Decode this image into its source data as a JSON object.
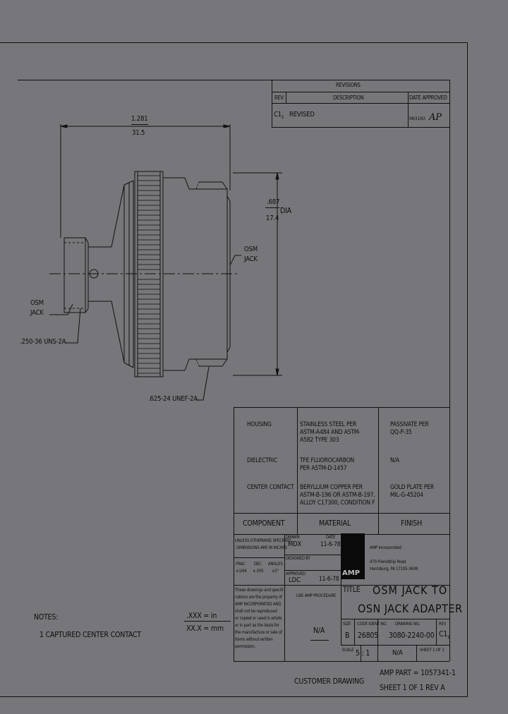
{
  "revisions": {
    "title": "REVISIONS",
    "col_rev": "REV",
    "col_description": "DESCRIPTION",
    "col_date_approved": "DATE APPROVED",
    "row_rev": "C1",
    "row_rev_sub": "2",
    "row_description": "REVISED",
    "row_date": "08/31/93",
    "row_approved": "AP"
  },
  "dims": {
    "overall_length_in": "1.281",
    "overall_length_mm": "31.5",
    "dia_in": ".687",
    "dia_mm": "17.4",
    "dia_label": "DIA",
    "osm_label1": "OSM",
    "osm_label2": "JACK",
    "osm_thread": ".250-36 UNS-2A",
    "osm_right_label1": "OSM",
    "osm_right_label2": "JACK",
    "big_thread": ".625-24 UNEF-2A"
  },
  "materials": {
    "rows": [
      {
        "component": "HOUSING",
        "material": [
          "STAINLESS STEEL PER",
          "ASTM-A484 AND ASTM-",
          "A582 TYPE 303"
        ],
        "finish": [
          "PASSIVATE PER",
          "QQ-P-35"
        ]
      },
      {
        "component": "DIELECTRIC",
        "material": [
          "TFE FLUOROCARBON",
          "PER ASTM-D-1457"
        ],
        "finish": [
          "N/A"
        ]
      },
      {
        "component": "CENTER CONTACT",
        "material": [
          "BERYLLIUM COPPER PER",
          "ASTM-B-196 OR ASTM-B-197,",
          "ALLOY C17300, CONDITION F"
        ],
        "finish": [
          "GOLD PLATE PER",
          "MIL-G-45204"
        ]
      }
    ],
    "hdr_component": "COMPONENT",
    "hdr_material": "MATERIAL",
    "hdr_finish": "FINISH"
  },
  "titleblock": {
    "tol_lines": [
      "UNLESS OTHERWISE SPECIFIED",
      "DIMENSIONS ARE IN INCHES"
    ],
    "frac_label": "FRAC",
    "frac_val": "±1/64",
    "dec_label": "DEC",
    "dec_val": "±.005",
    "ang_label": "ANGLES",
    "ang_val": "±2°",
    "drawn_label": "DRAWN",
    "drawn_by": "MDX",
    "date_label": "DATE",
    "date_val": "11-6-78",
    "designed_label": "DESIGNED BY",
    "approved_label": "APPROVED",
    "approved_by": "LDC",
    "approved_date": "11-6-78",
    "company": "AMP Incorporated",
    "address1": "470 Friendship Road",
    "address2": "Harrisburg, PA 17105-3608",
    "logo": "AMP",
    "notice": [
      "These drawings and specifi-",
      "cations are the property of",
      "AMP INCORPORATED AND",
      "shall not be reproduced",
      "or copied or used in whole",
      "or in part as the basis for",
      "the manufacture or sale of",
      "items without written",
      "permission."
    ],
    "process_label": "USE AMP PROCEDURE",
    "process_val": "N/A",
    "title_label": "TITLE",
    "title_line1": "OSM JACK TO",
    "title_line2": "OSN JACK ADAPTER",
    "size_label": "SIZE",
    "size_val": "B",
    "code_label": "CODE IDENT NO.",
    "code_val": "26805",
    "dwg_label": "DRAWING NO.",
    "dwg_val": "3080-2240-00",
    "rev_label": "REV",
    "rev_val": "C1",
    "rev_sub": "2",
    "scale_label": "SCALE",
    "scale_val": "5 : 1",
    "wt_val": "N/A",
    "sheet_label": "SHEET 1 OF 1"
  },
  "notes": {
    "title": "NOTES:",
    "item1": "1  CAPTURED CENTER CONTACT"
  },
  "units": {
    "in_line": ".XXX = in",
    "mm_line": "XX.X = mm"
  },
  "footer": {
    "customer": "CUSTOMER DRAWING",
    "part": "AMP PART = 1057341-1",
    "sheet": "SHEET 1 OF 1  REV A"
  }
}
